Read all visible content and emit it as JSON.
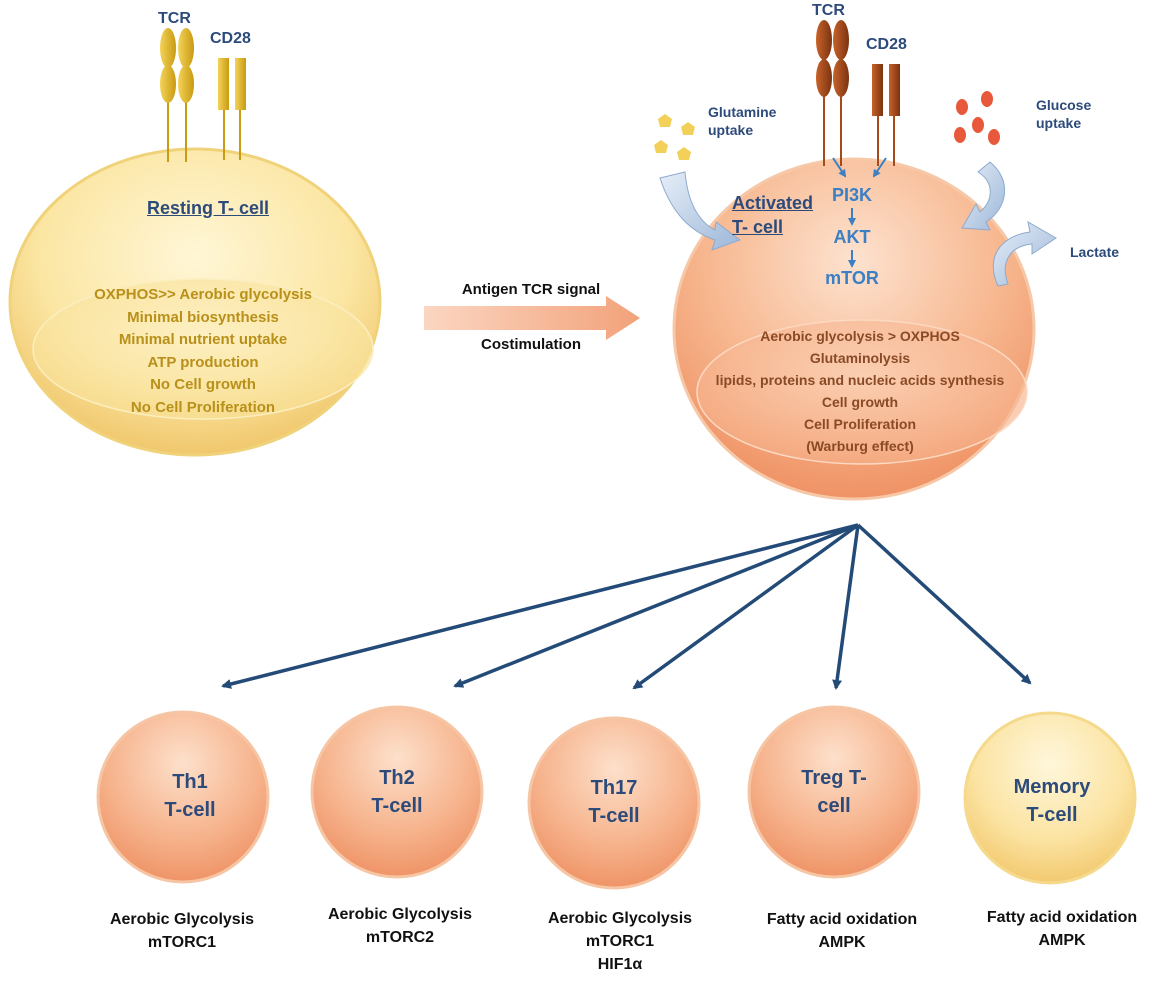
{
  "colors": {
    "resting_cell": "#f6d97c",
    "activated_cell": "#f3a073",
    "memory_cell": "#f7dc86",
    "arrow": "#244b78",
    "pathway_text": "#3b7fc4",
    "glutamine": "#f3d05a",
    "glucose": "#e8583a"
  },
  "resting": {
    "receptors": {
      "tcr": "TCR",
      "cd28": "CD28"
    },
    "title": "Resting  T- cell",
    "lines": [
      "OXPHOS>> Aerobic glycolysis",
      "Minimal biosynthesis",
      "Minimal nutrient uptake",
      "ATP production",
      "No Cell growth",
      "No Cell Proliferation"
    ]
  },
  "signal": {
    "top": "Antigen TCR signal",
    "bottom": "Costimulation"
  },
  "activated": {
    "receptors": {
      "tcr": "TCR",
      "cd28": "CD28"
    },
    "title_lines": [
      "Activated",
      "T- cell"
    ],
    "pathway": [
      "PI3K",
      "AKT",
      "mTOR"
    ],
    "glutamine_label": [
      "Glutamine",
      "uptake"
    ],
    "glucose_label": [
      "Glucose",
      "uptake"
    ],
    "lactate_label": "Lactate",
    "lines": [
      "Aerobic glycolysis > OXPHOS",
      "Glutaminolysis",
      "lipids, proteins and nucleic acids synthesis",
      "Cell growth",
      "Cell Proliferation",
      "(Warburg effect)"
    ]
  },
  "subsets": [
    {
      "title": [
        "Th1",
        "T-cell"
      ],
      "caption": [
        "Aerobic Glycolysis",
        "mTORC1"
      ]
    },
    {
      "title": [
        "Th2",
        "T-cell"
      ],
      "caption": [
        "Aerobic Glycolysis",
        "mTORC2"
      ]
    },
    {
      "title": [
        "Th17",
        "T-cell"
      ],
      "caption": [
        "Aerobic Glycolysis",
        "mTORC1",
        "HIF1α"
      ]
    },
    {
      "title": [
        "Treg T-",
        "cell"
      ],
      "caption": [
        "Fatty acid oxidation",
        "AMPK"
      ]
    },
    {
      "title": [
        "Memory",
        "T-cell"
      ],
      "caption": [
        "Fatty acid oxidation",
        "AMPK"
      ]
    }
  ]
}
